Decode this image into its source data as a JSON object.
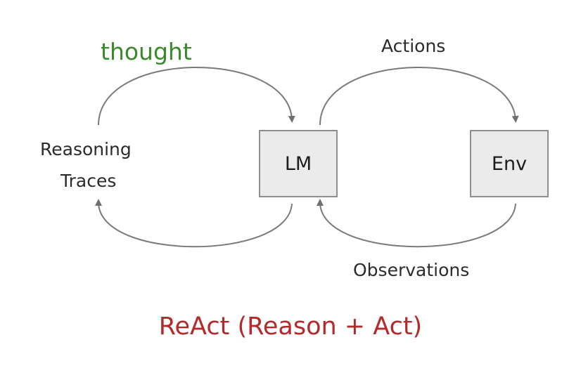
{
  "labels": {
    "thought": "thought",
    "actions": "Actions",
    "reasoning_line1": "Reasoning",
    "reasoning_line2": "Traces",
    "observations": "Observations"
  },
  "nodes": {
    "lm": "LM",
    "env": "Env"
  },
  "caption": "ReAct (Reason + Act)",
  "colors": {
    "thought": "#3a8a2a",
    "caption": "#b42a2a",
    "box_fill": "#ebebeb",
    "box_border": "#8f8f8f",
    "arrow": "#7a7a7a"
  }
}
